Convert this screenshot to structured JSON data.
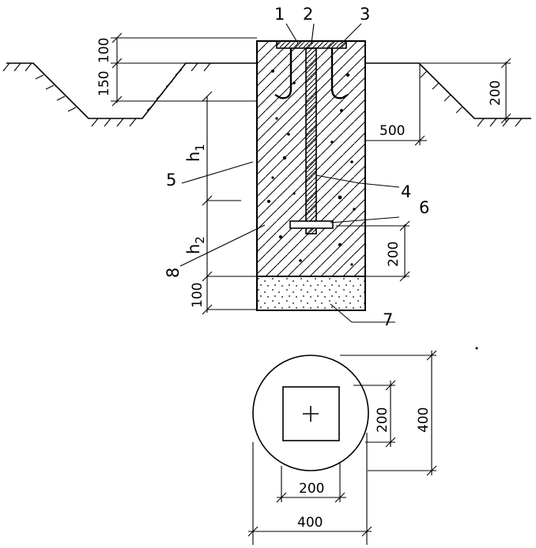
{
  "callouts": {
    "c1": "1",
    "c2": "2",
    "c3": "3",
    "c4": "4",
    "c5": "5",
    "c6": "6",
    "c7": "7",
    "c8": "8"
  },
  "dimensions": {
    "top_100": "100",
    "top_150": "150",
    "right_200": "200",
    "right_500": "500",
    "anchor_200": "200",
    "bottom_100": "100",
    "plan_inner_w": "200",
    "plan_inner_h": "200",
    "plan_outer_w": "400",
    "plan_outer_h": "400"
  },
  "heights": {
    "h1": {
      "base": "h",
      "sub": "1"
    },
    "h2": {
      "base": "h",
      "sub": "2"
    }
  }
}
